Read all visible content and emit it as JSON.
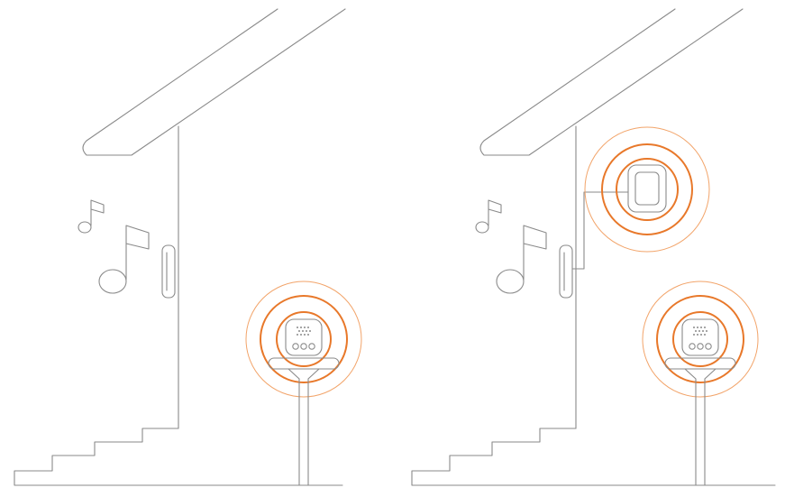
{
  "diagram": {
    "panels": [
      {
        "id": "left",
        "description_items": [
          "roof",
          "wall",
          "stairs",
          "doorbell-button",
          "music-notes",
          "chime-on-stand"
        ],
        "signal_source": "chime"
      },
      {
        "id": "right",
        "description_items": [
          "roof",
          "wall",
          "stairs",
          "doorbell-button",
          "music-notes",
          "wired-receiver",
          "chime-on-stand"
        ],
        "signal_source": "receiver-and-chime"
      }
    ],
    "colors": {
      "line": "#8a8a8a",
      "signal_strong": "#e8782a",
      "signal_faint": "#f2a46a",
      "background": "#ffffff"
    },
    "icons": [
      "music-note-icon",
      "doorbell-icon",
      "speaker-icon",
      "receiver-icon"
    ]
  }
}
